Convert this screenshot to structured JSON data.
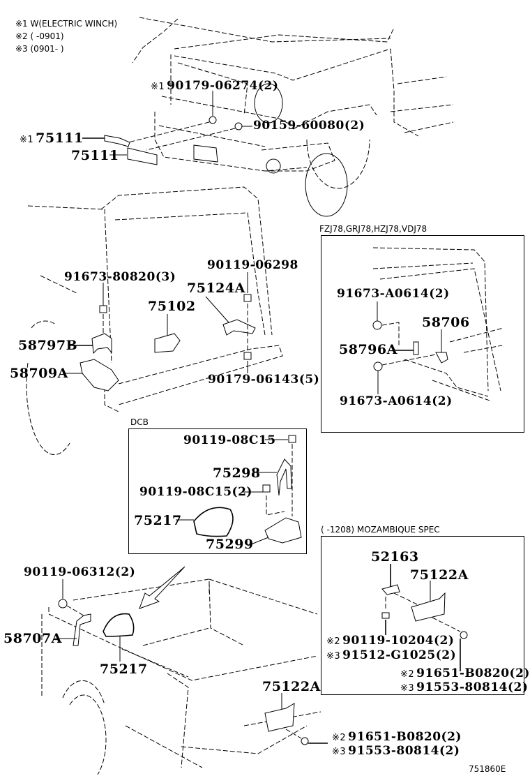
{
  "legend": {
    "note1": "※1 W(ELECTRIC WINCH)",
    "note2": "※2 (       -0901)",
    "note3": "※3 (0901-       )"
  },
  "front": {
    "label_90179_06274": {
      "mark": "※1",
      "text": "90179-06274(2)"
    },
    "label_90159_60080": {
      "text": "90159-60080(2)"
    },
    "label_75111_winch": {
      "mark": "※1",
      "text": "75111"
    },
    "label_75111": {
      "text": "75111"
    }
  },
  "rear_door": {
    "label_91673_80820": "91673-80820(3)",
    "label_90119_06298": "90119-06298",
    "label_75124A": "75124A",
    "label_75102": "75102",
    "label_58797B": "58797B",
    "label_58709A": "58709A",
    "label_90179_06143": "90179-06143(5)"
  },
  "fzj_box": {
    "title": "FZJ78,GRJ78,HZJ78,VDJ78",
    "label_91673_a0614_top": "91673-A0614(2)",
    "label_58706": "58706",
    "label_58796A": "58796A",
    "label_91673_a0614_bottom": "91673-A0614(2)"
  },
  "dcb_box": {
    "title": "DCB",
    "label_90119_08c15": "90119-08C15",
    "label_75298": "75298",
    "label_90119_08c15_2": "90119-08C15(2)",
    "label_75217": "75217",
    "label_75299": "75299"
  },
  "mozambique_box": {
    "title": "(       -1208) MOZAMBIQUE SPEC",
    "label_52163": "52163",
    "label_75122A": "75122A",
    "label_90119_10204": {
      "mark": "※2",
      "text": "90119-10204(2)"
    },
    "label_91512_g1025": {
      "mark": "※3",
      "text": "91512-G1025(2)"
    },
    "label_91651_b0820": {
      "mark": "※2",
      "text": "91651-B0820(2)"
    },
    "label_91553_80814": {
      "mark": "※3",
      "text": "91553-80814(2)"
    }
  },
  "rear_bed": {
    "label_90119_06312": "90119-06312(2)",
    "label_58707A": "58707A",
    "label_75217": "75217",
    "label_75122A": "75122A",
    "label_91651_b0820": {
      "mark": "※2",
      "text": "91651-B0820(2)"
    },
    "label_91553_80814": {
      "mark": "※3",
      "text": "91553-80814(2)"
    }
  },
  "diagram_code": "751860E"
}
